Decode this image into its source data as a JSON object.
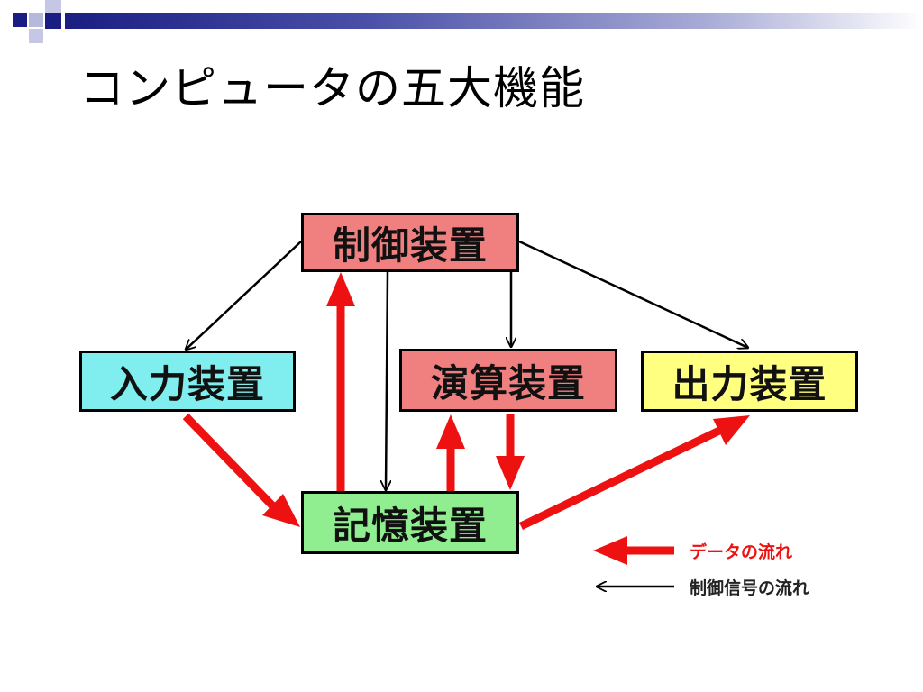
{
  "slide": {
    "title": "コンピュータの五大機能"
  },
  "colors": {
    "header_bar": "#1a1e82",
    "control_fill": "#f08080",
    "input_fill": "#80eeee",
    "output_fill": "#ffff80",
    "memory_fill": "#90ee90",
    "arithmetic_fill": "#f08080",
    "data_flow_arrow": "#ee1111",
    "control_arrow": "#000000"
  },
  "nodes": {
    "control": "制御装置",
    "input": "入力装置",
    "arithmetic": "演算装置",
    "output": "出力装置",
    "memory": "記憶装置"
  },
  "legend": {
    "data_flow": "データの流れ",
    "control_flow": "制御信号の流れ"
  }
}
